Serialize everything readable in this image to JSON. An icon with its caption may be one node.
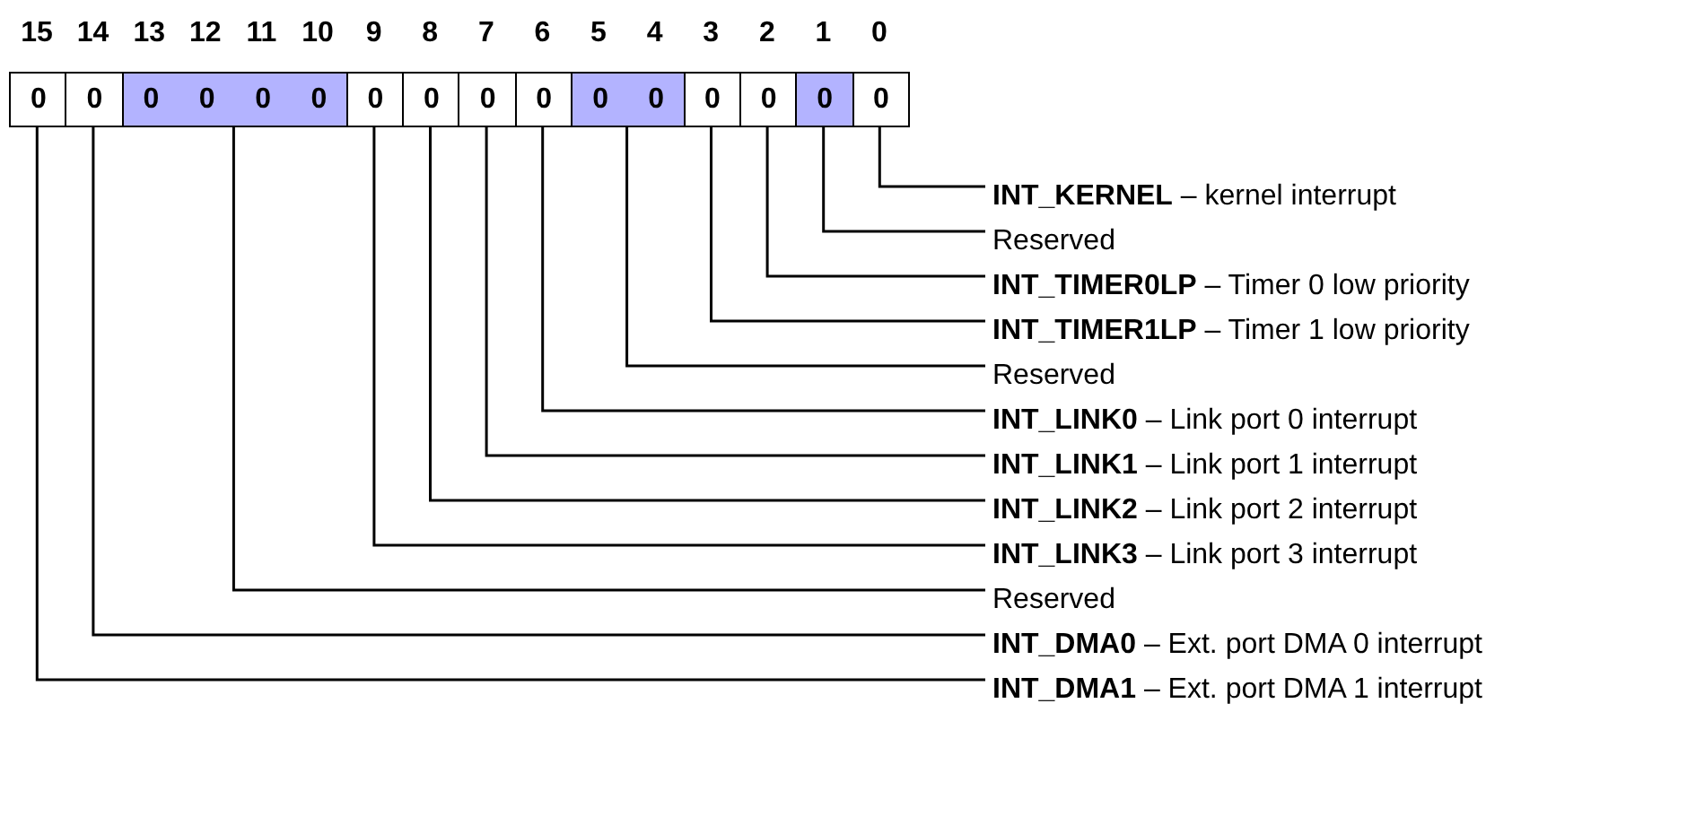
{
  "diagram": {
    "nodes": [
      {
        "text": [
          "0"
        ]
      },
      {
        "text": [
          "0"
        ]
      },
      {
        "text": [
          "0",
          "0",
          "0",
          "0"
        ]
      },
      {
        "text": [
          "0"
        ]
      },
      {
        "text": [
          "0"
        ]
      },
      {
        "text": [
          "0"
        ]
      },
      {
        "text": [
          "0"
        ]
      },
      {
        "text": [
          "0",
          "0"
        ]
      },
      {
        "text": [
          "0"
        ]
      },
      {
        "text": [
          "0"
        ]
      },
      {
        "text": [
          "0"
        ]
      },
      {
        "text": [
          "0"
        ]
      },
      {
        "text": [
          "**INT_KERNEL** – kernel interrupt"
        ]
      },
      {
        "text": [
          "Reserved"
        ]
      },
      {
        "text": [
          "**INT_TIMER0LP** – Timer 0 low priority"
        ]
      },
      {
        "text": [
          "**INT_TIMER1LP** – Timer 1 low priority"
        ]
      },
      {
        "text": [
          "Reserved"
        ]
      },
      {
        "text": [
          "**INT_LINK0** – Link port 0 interrupt"
        ]
      },
      {
        "text": [
          "**INT_LINK1** – Link port 1 interrupt"
        ]
      },
      {
        "text": [
          "**INT_LINK2** – Link port 2 interrupt"
        ]
      },
      {
        "text": [
          "**INT_LINK3** – Link port 3 interrupt"
        ]
      },
      {
        "text": [
          "Reserved"
        ]
      },
      {
        "text": [
          "**INT_DMA0** – Ext. port DMA 0 interrupt"
        ]
      },
      {
        "text": [
          "**INT_DMA1** – Ext. port DMA 1 interrupt"
        ]
      }
    ],
    "edges": [
      {
        "from": 11,
        "to": 12,
        "arrow": "none"
      },
      {
        "from": 10,
        "to": 13,
        "arrow": "none"
      },
      {
        "from": 9,
        "to": 14,
        "arrow": "none"
      },
      {
        "from": 8,
        "to": 15,
        "arrow": "none"
      },
      {
        "from": 7,
        "to": 16,
        "arrow": "none"
      },
      {
        "from": 6,
        "to": 17,
        "arrow": "none"
      },
      {
        "from": 5,
        "to": 18,
        "arrow": "none"
      },
      {
        "from": 4,
        "to": 19,
        "arrow": "none"
      },
      {
        "from": 3,
        "to": 20,
        "arrow": "none"
      },
      {
        "from": 2,
        "to": 21,
        "arrow": "none"
      },
      {
        "from": 1,
        "to": 22,
        "arrow": "none"
      },
      {
        "from": 0,
        "to": 23,
        "arrow": "none"
      }
    ],
    "labels": [
      "15",
      "14",
      "13",
      "12",
      "11",
      "10",
      "9",
      "8",
      "7",
      "6",
      "5",
      "4",
      "3",
      "2",
      "1",
      "0"
    ]
  }
}
